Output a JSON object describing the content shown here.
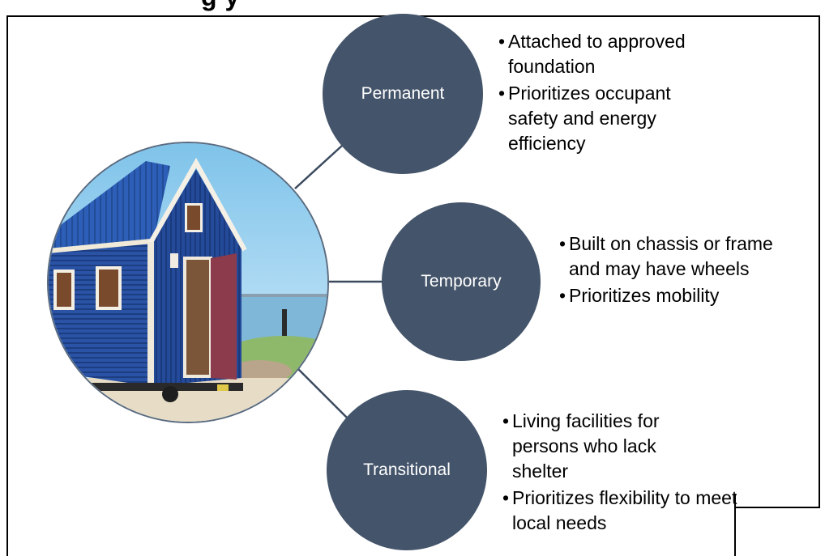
{
  "heading_fragment": "g     y",
  "diagram": {
    "image": {
      "alt_name": "tiny-house-photo"
    },
    "categories": [
      {
        "label": "Permanent",
        "bullets": [
          "Attached to approved foundation",
          "Prioritizes occupant safety and energy efficiency"
        ]
      },
      {
        "label": "Temporary",
        "bullets": [
          "Built on chassis or frame and may have wheels",
          "Prioritizes mobility"
        ]
      },
      {
        "label": "Transitional",
        "bullets": [
          "Living facilities for persons who lack shelter",
          "Prioritizes flexibility to meet local needs"
        ]
      }
    ],
    "colors": {
      "circle_fill": "#44546a",
      "circle_text": "#ffffff",
      "connector": "#3b4a5e"
    }
  }
}
